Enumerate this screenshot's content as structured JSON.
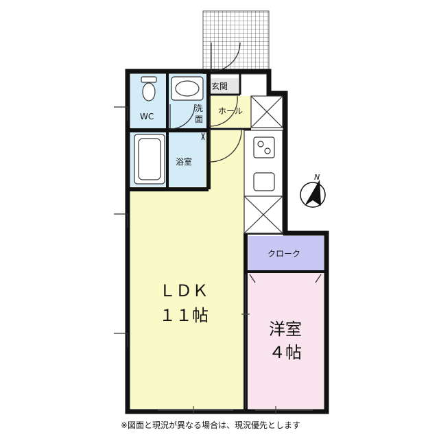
{
  "rooms": {
    "genkan": "玄関",
    "wc": "WC",
    "senmen_1": "洗",
    "senmen_2": "面",
    "hall": "ホール",
    "bath": "浴室",
    "closet": "クローク",
    "ldk_1": "ＬＤＫ",
    "ldk_2": "１１帖",
    "western_1": "洋室",
    "western_2": "４帖"
  },
  "compass": {
    "label": "N"
  },
  "note": "※図面と現況が異なる場合は、現況優先とします",
  "colors": {
    "ldk": "#fafac8",
    "bath": "#d4ecf8",
    "closet": "#c8c8f4",
    "western": "#fae4ee",
    "wall": "#111111"
  }
}
